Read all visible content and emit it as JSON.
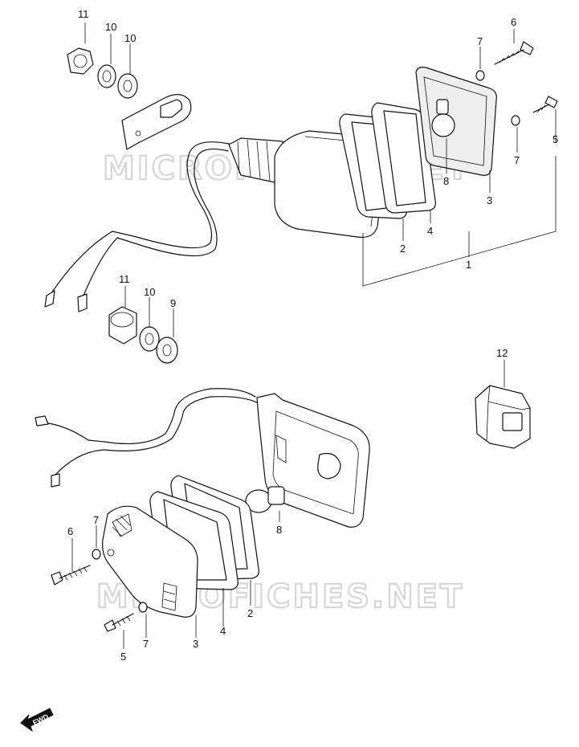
{
  "watermark": "MICROFICHES.NET",
  "fwd_label": "FWD",
  "callouts": {
    "top_11": "11",
    "top_10a": "10",
    "top_10b": "10",
    "top_6": "6",
    "top_7a": "7",
    "top_5": "5",
    "top_7b": "7",
    "top_8": "8",
    "top_3": "3",
    "top_4": "4",
    "top_2": "2",
    "top_1": "1",
    "mid_11": "11",
    "mid_10": "10",
    "mid_9": "9",
    "mid_12": "12",
    "bot_6": "6",
    "bot_7a": "7",
    "bot_8": "8",
    "bot_4": "4",
    "bot_2": "2",
    "bot_5": "5",
    "bot_7b": "7",
    "bot_3": "3"
  }
}
